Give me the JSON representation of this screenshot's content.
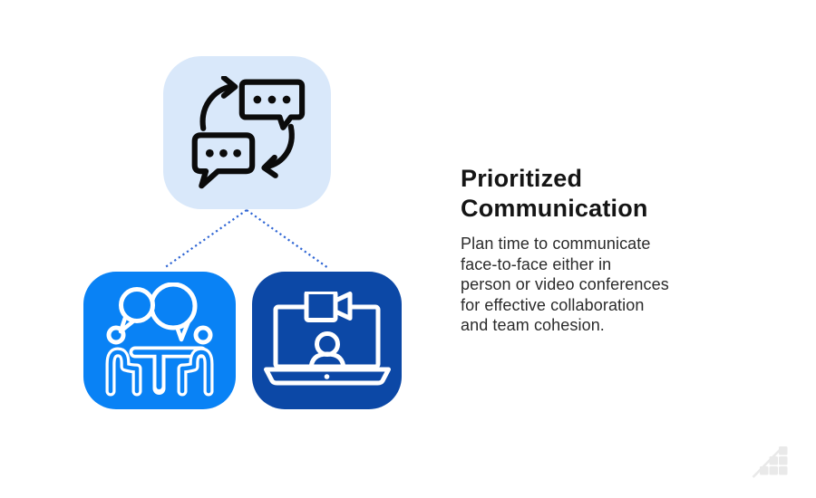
{
  "diagram": {
    "root_node": {
      "name": "communication-exchange",
      "icon": "chat-exchange-icon"
    },
    "connector_style": "dotted-v-shape",
    "child_nodes": [
      {
        "name": "in-person-meeting",
        "icon": "people-at-table-icon"
      },
      {
        "name": "video-conference",
        "icon": "laptop-video-call-icon"
      }
    ]
  },
  "content": {
    "title": "Prioritized\nCommunication",
    "description": "Plan time to communicate\nface-to-face either in\nperson or video conferences\nfor effective collaboration\nand team cohesion."
  },
  "footer": {
    "logo": "growth-stairs-logo"
  },
  "colors": {
    "background": "#FFFFFF",
    "top_node_bg": "#D9E8FA",
    "top_icon": "#0B0B0B",
    "meeting_node_bg": "#0982F5",
    "video_node_bg": "#0C48A6",
    "node_icon": "#FFFFFF",
    "connector": "#2E65D4",
    "title_text": "#151515",
    "description_text": "#2B2B2B",
    "logo": "#E9E9E9"
  }
}
